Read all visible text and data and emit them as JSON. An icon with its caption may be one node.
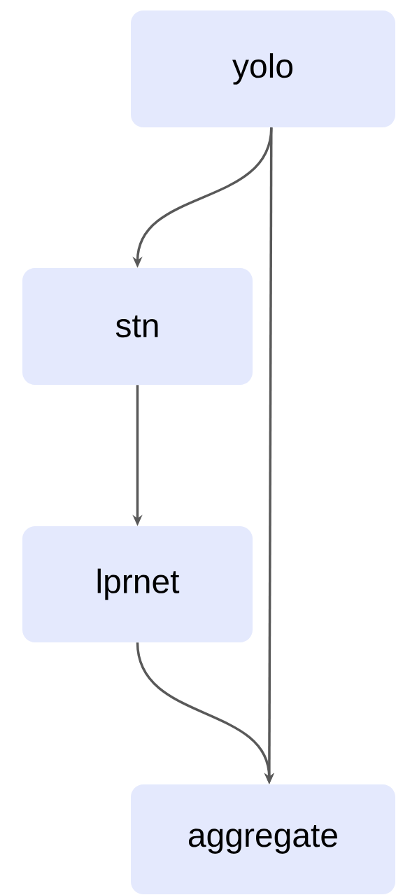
{
  "diagram": {
    "nodes": [
      {
        "text": [
          "yolo"
        ]
      },
      {
        "text": [
          "stn"
        ]
      },
      {
        "text": [
          "lprnet"
        ]
      },
      {
        "text": [
          "aggregate"
        ]
      }
    ],
    "edges": [
      {
        "from": 0,
        "to": 1,
        "arrow": "to"
      },
      {
        "from": 1,
        "to": 2,
        "arrow": "to"
      },
      {
        "from": 2,
        "to": 3,
        "arrow": "to"
      },
      {
        "from": 0,
        "to": 3,
        "arrow": "to"
      }
    ]
  }
}
